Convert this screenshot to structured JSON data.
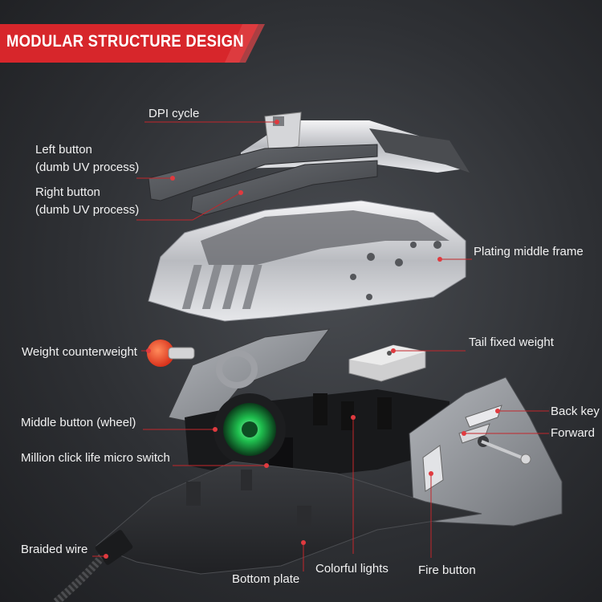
{
  "banner": {
    "title": "MODULAR STRUCTURE DESIGN",
    "color": "#d7262b"
  },
  "labels": {
    "dpi_cycle": "DPI  cycle",
    "left_button": "Left button",
    "left_button_note": " (dumb UV process)",
    "right_button": "Right button",
    "right_button_note": "(dumb UV process)",
    "plating_middle_frame": "Plating middle frame",
    "weight_counterweight": "Weight counterweight",
    "tail_fixed_weight": "Tail fixed weight",
    "back_key": "Back key",
    "forward": "Forward",
    "middle_button": "Middle button (wheel)",
    "micro_switch": "Million click life micro switch",
    "braided_wire": "Braided wire",
    "bottom_plate": "Bottom plate",
    "colorful_lights": "Colorful lights",
    "fire_button": "Fire button"
  },
  "colors": {
    "background": "#2e3034",
    "leader_line": "#c3262b",
    "accent_red": "#d7262b",
    "wheel_glow": "#28c85a",
    "plating": "#d9d9dc"
  }
}
